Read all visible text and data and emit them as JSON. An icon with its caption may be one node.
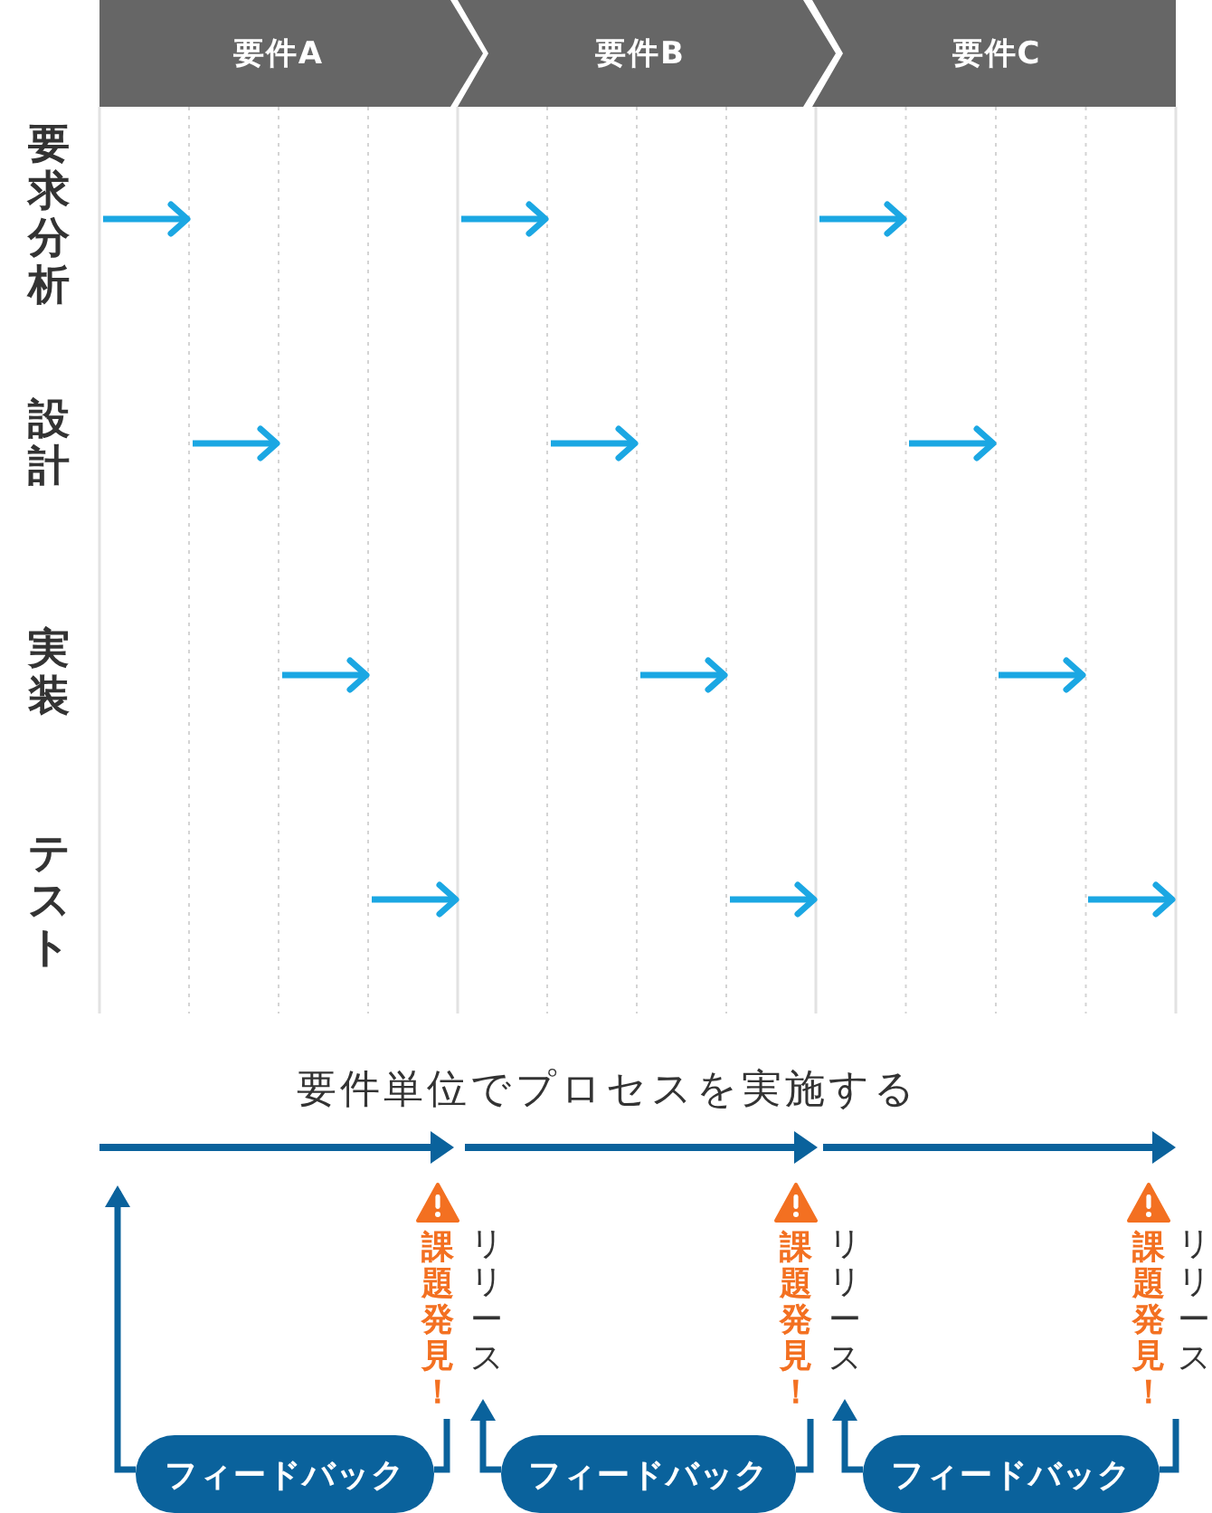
{
  "diagram": {
    "nodes": [
      {
        "text": [
          "要件A"
        ]
      },
      {
        "text": [
          "要件B"
        ]
      },
      {
        "text": [
          "要件C"
        ]
      },
      {
        "text": [
          "課題発見！"
        ]
      },
      {
        "text": [
          "リリース"
        ]
      },
      {
        "text": [
          "フィードバック"
        ]
      },
      {
        "text": [
          "課題発見！"
        ]
      },
      {
        "text": [
          "リリース"
        ]
      },
      {
        "text": [
          "フィードバック"
        ]
      },
      {
        "text": [
          "課題発見！"
        ]
      },
      {
        "text": [
          "フィードバック"
        ]
      }
    ],
    "edges": [
      {
        "from": 3,
        "to": 5,
        "arrow": "none"
      },
      {
        "from": 5,
        "to": null,
        "arrow": "to"
      },
      {
        "from": 6,
        "to": 8,
        "arrow": "none"
      },
      {
        "from": 8,
        "to": 4,
        "arrow": "to"
      },
      {
        "from": 9,
        "to": 10,
        "arrow": "none"
      },
      {
        "from": 10,
        "to": 7,
        "arrow": "to"
      }
    ],
    "labels": [
      "要求分析",
      "設計",
      "実装",
      "テスト",
      "要件単位でプロセスを実施する",
      "リリース"
    ]
  }
}
